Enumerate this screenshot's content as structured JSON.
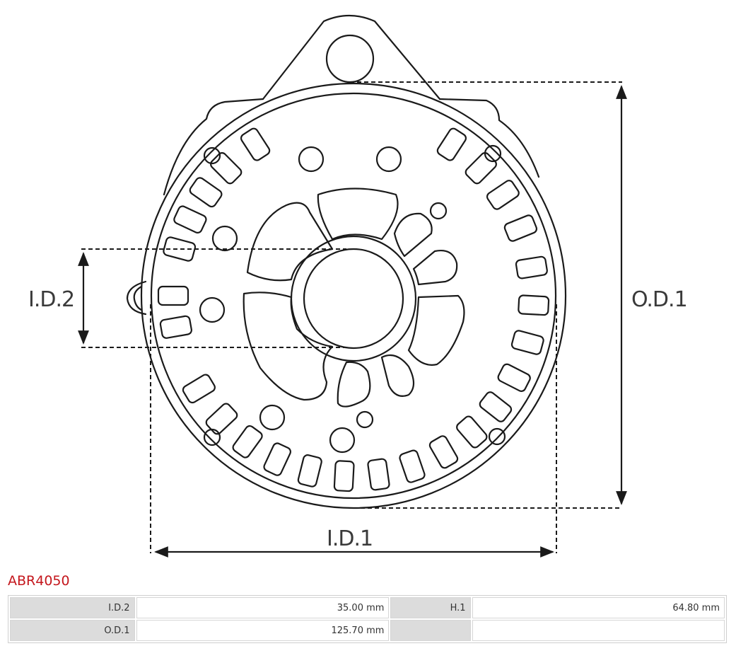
{
  "dimensions": {
    "id2_label": "I.D.2",
    "od1_label": "O.D.1",
    "id1_label": "I.D.1"
  },
  "product": {
    "code": "ABR4050"
  },
  "specs": {
    "rows": [
      [
        {
          "key": "I.D.2",
          "value": "35.00 mm"
        },
        {
          "key": "H.1",
          "value": "64.80 mm"
        }
      ],
      [
        {
          "key": "O.D.1",
          "value": "125.70 mm"
        },
        {
          "key": "",
          "value": ""
        }
      ]
    ]
  },
  "colors": {
    "line": "#1a1a1a",
    "part_code": "#c4161c",
    "table_key_bg": "#dcdcdc"
  }
}
